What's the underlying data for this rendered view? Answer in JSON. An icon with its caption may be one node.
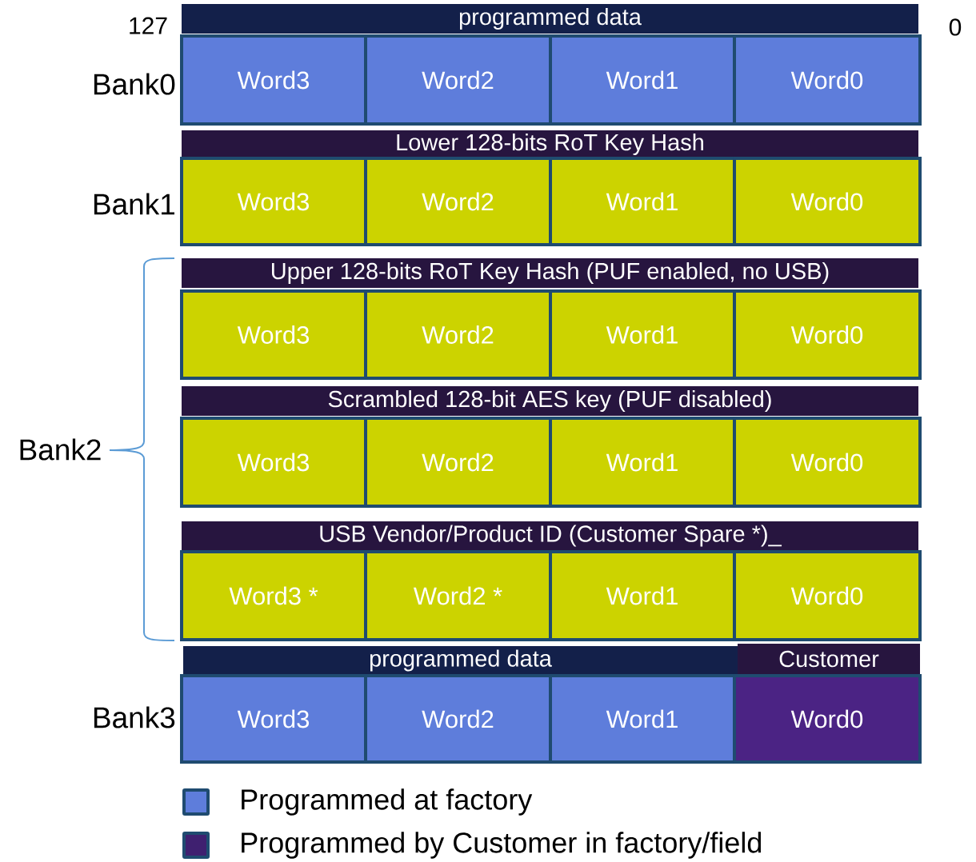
{
  "diagram": {
    "nodes": [
      {
        "text": [
          "programmed data"
        ]
      },
      {
        "text": [
          "Word3"
        ]
      },
      {
        "text": [
          "Word2"
        ]
      },
      {
        "text": [
          "Word1"
        ]
      },
      {
        "text": [
          "Word0"
        ]
      },
      {
        "text": [
          "Lower 128-bits RoT Key Hash"
        ]
      },
      {
        "text": [
          "Word3"
        ]
      },
      {
        "text": [
          "Word2"
        ]
      },
      {
        "text": [
          "Word1"
        ]
      },
      {
        "text": [
          "Word0"
        ]
      },
      {
        "text": [
          "Upper 128-bits RoT Key Hash (PUF enabled, no USB)"
        ]
      },
      {
        "text": [
          "Word3"
        ]
      },
      {
        "text": [
          "Word2"
        ]
      },
      {
        "text": [
          "Word1"
        ]
      },
      {
        "text": [
          "Word0"
        ]
      },
      {
        "text": [
          "Scrambled 128-bit AES key (PUF disabled)"
        ]
      },
      {
        "text": [
          "Word3"
        ]
      },
      {
        "text": [
          "Word2"
        ]
      },
      {
        "text": [
          "Word1"
        ]
      },
      {
        "text": [
          "Word0"
        ]
      },
      {
        "text": [
          "USB Vendor/Product ID (Customer Spare *)_"
        ]
      },
      {
        "text": [
          "Word3 *"
        ]
      },
      {
        "text": [
          "Word2 *"
        ]
      },
      {
        "text": [
          "Word1"
        ]
      },
      {
        "text": [
          "Word0"
        ]
      },
      {
        "text": [
          "programmed data"
        ]
      },
      {
        "text": [
          "Customer"
        ]
      },
      {
        "text": [
          "Word3"
        ]
      },
      {
        "text": [
          "Word2"
        ]
      },
      {
        "text": [
          "Word1"
        ]
      },
      {
        "text": [
          "Word0"
        ]
      }
    ],
    "labels": [
      "127",
      "0",
      "Bank0",
      "Bank1",
      "Bank2",
      "Bank3"
    ],
    "legend": [
      {
        "text": "Programmed at factory",
        "color": "#5e7ddb"
      },
      {
        "text": "Programmed by Customer in factory/field",
        "color": "#3f2070"
      }
    ]
  }
}
